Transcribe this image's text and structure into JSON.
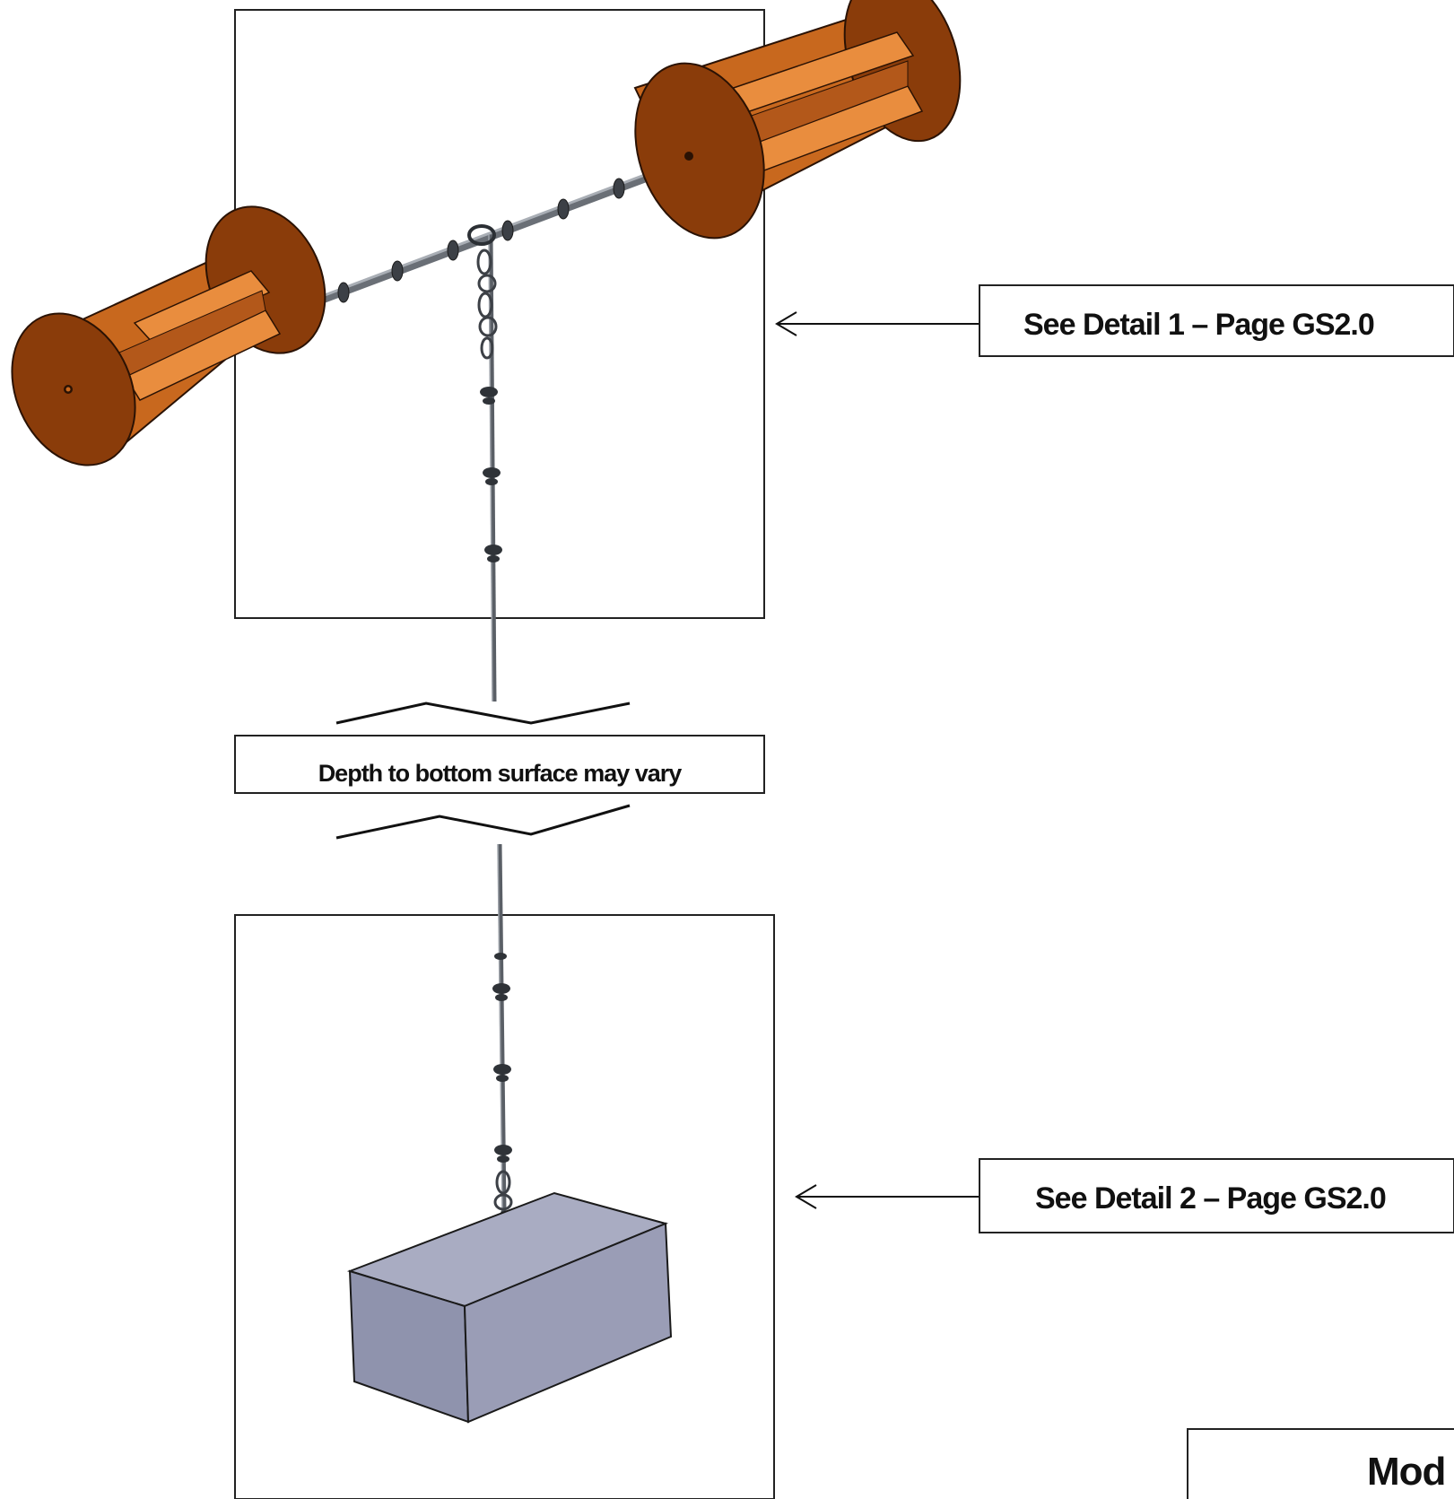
{
  "labels": {
    "detail1_callout": "See Detail 1 – Page GS2.0",
    "depth_note": "Depth to bottom surface may vary",
    "detail2_callout": "See Detail 2 – Page GS2.0",
    "corner_title_fragment": "Mod"
  },
  "colors": {
    "float_body": "#c8681e",
    "float_cap": "#8a3c0a",
    "float_inner": "#e98d3e",
    "float_outline": "#2a1204",
    "rope_chain": "#5a5f66",
    "anchor_block_top": "#a9acc2",
    "anchor_block_front": "#8f93ad",
    "anchor_block_side": "#7d8199",
    "frame_line": "#222222"
  },
  "icons": {
    "detail1_arrow": "arrow-left-icon",
    "detail2_arrow": "arrow-left-icon"
  }
}
